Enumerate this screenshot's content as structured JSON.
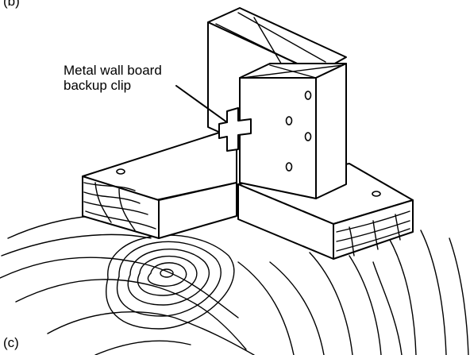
{
  "panel_labels": {
    "top": "(b)",
    "bottom": "(c)"
  },
  "callout": {
    "line1": "Metal wall board",
    "line2": "backup clip"
  }
}
